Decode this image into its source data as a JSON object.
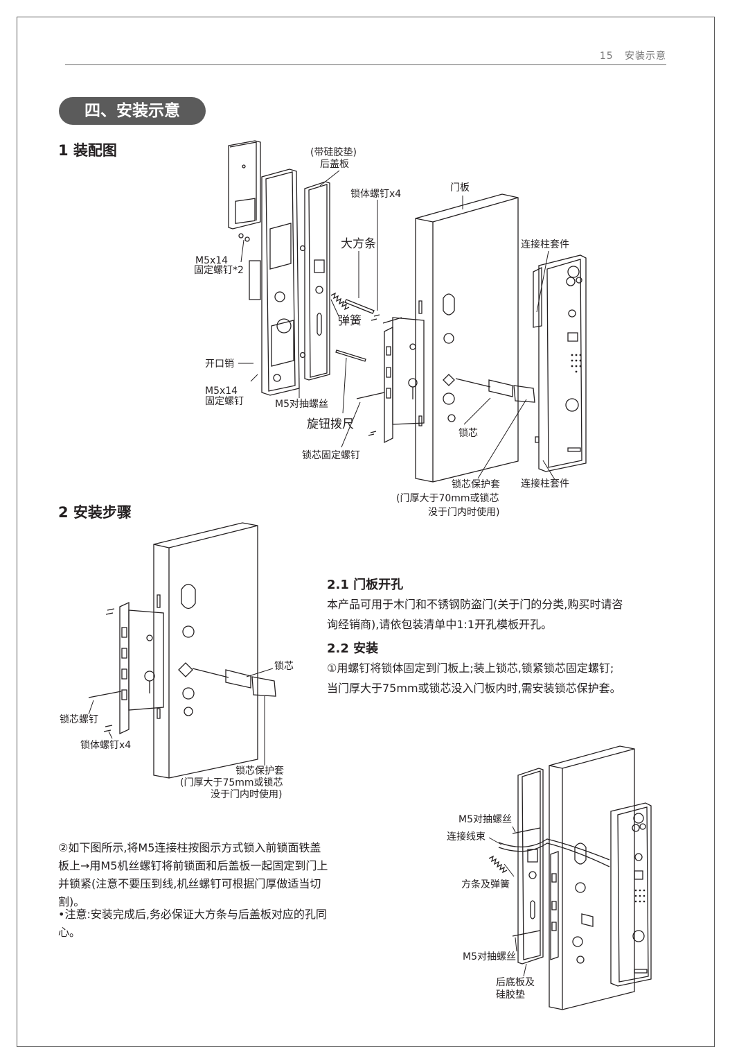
{
  "header": {
    "page_number": "15",
    "section": "安装示意"
  },
  "section_title": "四、安装示意",
  "assembly": {
    "heading": "1 装配图",
    "labels": {
      "back_cover_pad": "(带硅胶垫)",
      "back_cover": "后盖板",
      "body_screws": "锁体螺钉x4",
      "door_panel": "门板",
      "big_bar": "大方条",
      "connector_kit_top": "连接柱套件",
      "m5x14_a1": "M5x14",
      "m5x14_a2": "固定螺钉*2",
      "spring": "弹簧",
      "split_pin": "开口销",
      "m5x14_b1": "M5x14",
      "m5x14_b2": "固定螺钉",
      "m5_bolt": "M5对抽螺丝",
      "knob_ruler": "旋钮拨尺",
      "cylinder": "锁芯",
      "cylinder_screw": "锁芯固定螺钉",
      "sleeve_1": "锁芯保护套",
      "sleeve_2": "(门厚大于70mm或锁芯",
      "sleeve_3": "没于门内时使用)",
      "connector_kit_bottom": "连接柱套件"
    }
  },
  "steps": {
    "heading": "2 安装步骤",
    "s21_title": "2.1 门板开孔",
    "s21_line1": "本产品可用于木门和不锈钢防盗门(关于门的分类,购买时请咨",
    "s21_line2": "询经销商),请依包装清单中1:1开孔模板开孔。",
    "s22_title": "2.2 安装",
    "s22_line1": "①用螺钉将锁体固定到门板上;装上锁芯,锁紧锁芯固定螺钉;",
    "s22_line2": "当门厚大于75mm或锁芯没入门板内时,需安装锁芯保护套。",
    "fig2_labels": {
      "cylinder": "锁芯",
      "cylinder_screw": "锁芯螺钉",
      "body_screws": "锁体螺钉x4",
      "sleeve_1": "锁芯保护套",
      "sleeve_2": "(门厚大于75mm或锁芯",
      "sleeve_3": "没于门内时使用)"
    },
    "step2_line1": "②如下图所示,将M5连接柱按图示方式锁入前锁面铁盖",
    "step2_line2": "板上→用M5机丝螺钉将前锁面和后盖板一起固定到门上",
    "step2_line3": "并锁紧(注意不要压到线,机丝螺钉可根据门厚做适当切",
    "step2_line4": "割)。",
    "step2_line5": "•注意:安装完成后,务必保证大方条与后盖板对应的孔同",
    "step2_line6": "心。",
    "fig3_labels": {
      "m5_bolt_top": "M5对抽螺丝",
      "wire_harness": "连接线束",
      "bar_spring": "方条及弹簧",
      "m5_bolt_bottom": "M5对抽螺丝",
      "base_plate_1": "后底板及",
      "base_plate_2": "硅胶垫"
    }
  }
}
